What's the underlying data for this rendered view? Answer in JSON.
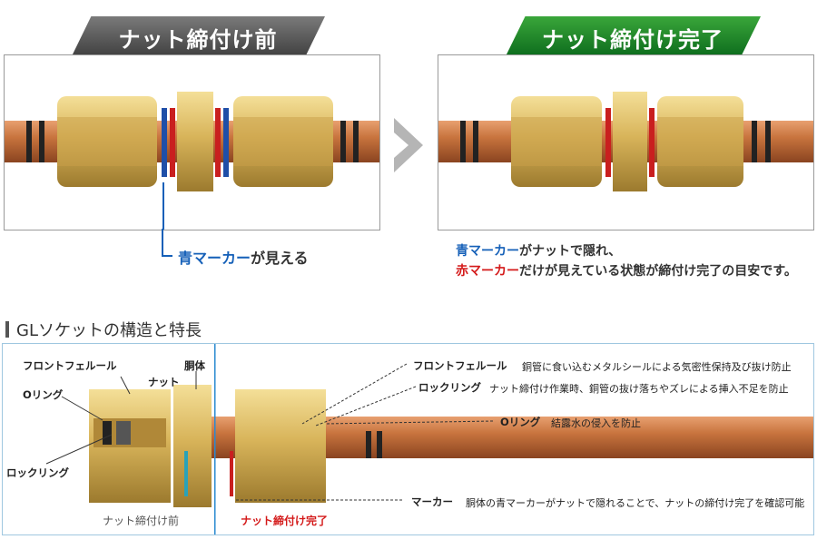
{
  "top": {
    "before_title": "ナット締付け前",
    "after_title": "ナット締付け完了",
    "before_caption": {
      "blue_part": "青マーカー",
      "rest": "が見える"
    },
    "after_caption": {
      "line1_blue": "青マーカー",
      "line1_rest": "がナットで隠れ、",
      "line2_red": "赤マーカー",
      "line2_rest": "だけが見えている状態が締付け完了の目安です。"
    }
  },
  "section": {
    "title": "GLソケットの構造と特長"
  },
  "diagram": {
    "left_labels": {
      "front_ferrule": "フロントフェルール",
      "body": "胴体",
      "nut": "ナット",
      "o_ring": "Oリング",
      "lock_ring": "ロックリング"
    },
    "features": [
      {
        "name": "フロントフェルール",
        "desc": "銅管に食い込むメタルシールによる気密性保持及び抜け防止"
      },
      {
        "name": "ロックリング",
        "desc": "ナット締付け作業時、銅管の抜け落ちやズレによる挿入不足を防止"
      },
      {
        "name": "Oリング",
        "desc": "結露水の侵入を防止"
      },
      {
        "name": "マーカー",
        "desc": "胴体の青マーカーがナットで隠れることで、ナットの締付け完了を確認可能"
      }
    ],
    "state_before": "ナット締付け前",
    "state_after": "ナット締付け完了"
  },
  "colors": {
    "marker_blue": "#1560b8",
    "marker_red": "#d41a1a",
    "brass": "#d8b45a",
    "copper": "#c8743e",
    "accent_green": "#1a8a2a"
  }
}
